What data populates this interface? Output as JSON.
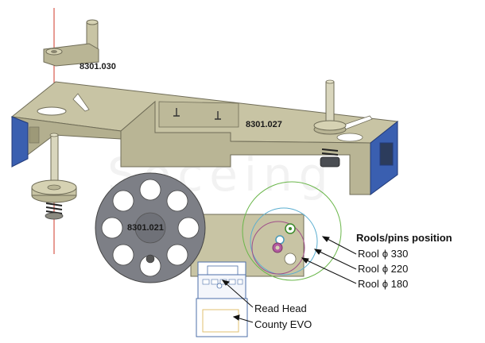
{
  "part_labels": {
    "handle": "8301.030",
    "bracket": "8301.027",
    "reel": "8301.021"
  },
  "legend": {
    "heading": "Rools/pins position",
    "items": [
      {
        "symbol": "Rool",
        "diameter": "ϕ 330",
        "color": "#6ab64a"
      },
      {
        "symbol": "Rool",
        "diameter": "ϕ 220",
        "color": "#5aaed0"
      },
      {
        "symbol": "Rool",
        "diameter": "ϕ 180",
        "color": "#a0508a"
      }
    ]
  },
  "read_head": {
    "line1": "Read Head",
    "line2": "County EVO"
  },
  "watermark": "Soceing",
  "colors": {
    "plate": "#c8c4a4",
    "plate_dark": "#a8a484",
    "reel": "#7d7f86",
    "blue_face": "#3a5fb0",
    "axis": "#d23a2a"
  }
}
